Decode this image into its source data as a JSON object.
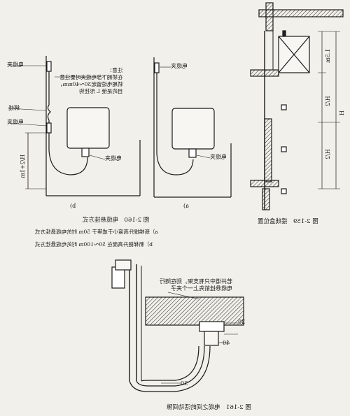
{
  "figure_2_160": {
    "caption": "图 2-160　电缆悬挂方式",
    "sub_a": "a）新梯提升高度小于或等于 50m 时的电缆悬挂方式",
    "sub_b": "b）新梯提升高度在 50～100m 时的电缆悬挂方式",
    "panel_b": {
      "tag": "b)",
      "cable_clamp_top": "电缆夹",
      "binding_wire": "绑线",
      "cable_clamp_mid": "电缆夹",
      "cable_clamp_car": "电缆夹",
      "dimension": "H/2+1m",
      "note": "注意：\n在轿厢下部电缆夹时要注意\n轿厢电缆留起30～40mm，\n目的是使 L 形挂钩"
    },
    "panel_a": {
      "tag": "a)",
      "cable_clamp_top": "电缆夹",
      "cable_clamp_car": "电缆夹"
    }
  },
  "figure_2_159": {
    "caption": "图 2-159　接线盒位置",
    "dim_top": "1.5m",
    "dim_mid": "H/2",
    "dim_bottom": "H/2",
    "dim_total": "H"
  },
  "figure_2_161": {
    "caption": "图 2-161　电缆之间的活动间隙",
    "note": "若井道中只有支架，则在随行\n电缆悬挂前先上一个夹子",
    "dim_30": "30",
    "dim_40": "40",
    "dim_30b": "30"
  }
}
